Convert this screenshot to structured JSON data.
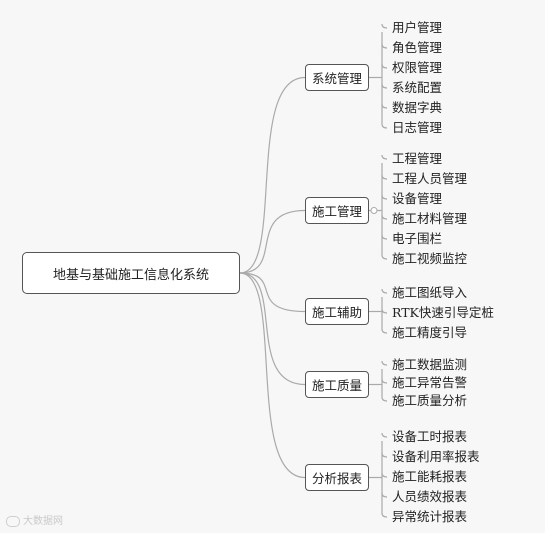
{
  "root": {
    "label": "地基与基础施工信息化系统"
  },
  "branches": [
    {
      "label": "系统管理",
      "children": [
        "用户管理",
        "角色管理",
        "权限管理",
        "系统配置",
        "数据字典",
        "日志管理"
      ]
    },
    {
      "label": "施工管理",
      "children": [
        "工程管理",
        "工程人员管理",
        "设备管理",
        "施工材料管理",
        "电子围栏",
        "施工视频监控"
      ]
    },
    {
      "label": "施工辅助",
      "children": [
        "施工图纸导入",
        "RTK快速引导定桩",
        "施工精度引导"
      ]
    },
    {
      "label": "施工质量",
      "children": [
        "施工数据监测",
        "施工异常告警",
        "施工质量分析"
      ]
    },
    {
      "label": "分析报表",
      "children": [
        "设备工时报表",
        "设备利用率报表",
        "施工能耗报表",
        "人员绩效报表",
        "异常统计报表"
      ]
    }
  ],
  "watermark": {
    "text": "大数据网"
  }
}
